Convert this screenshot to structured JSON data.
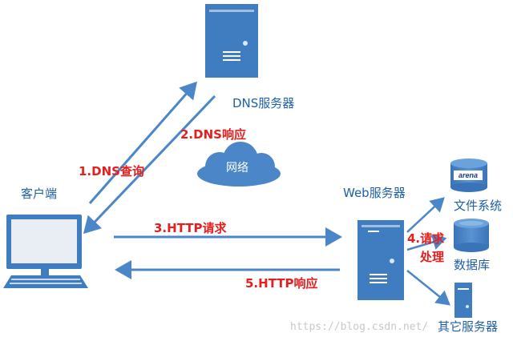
{
  "nodes": {
    "dns_server": "DNS服务器",
    "client": "客户端",
    "network": "网络",
    "web_server": "Web服务器",
    "file_system": "文件系统",
    "database": "数据库",
    "other_servers": "其它服务器"
  },
  "steps": {
    "step1": "1.DNS查询",
    "step2": "2.DNS响应",
    "step3": "3.HTTP请求",
    "step4_line1": "4.请求",
    "step4_line2": "处理",
    "step5": "5.HTTP响应"
  },
  "logo_text": "arena",
  "watermark": "https://blog.csdn.net/",
  "colors": {
    "node_label": "#1f5fa8",
    "step_label": "#e61e1e",
    "arrow": "#4a86c8",
    "device": "#3f7cc0",
    "cloud": "#4a86c8"
  }
}
